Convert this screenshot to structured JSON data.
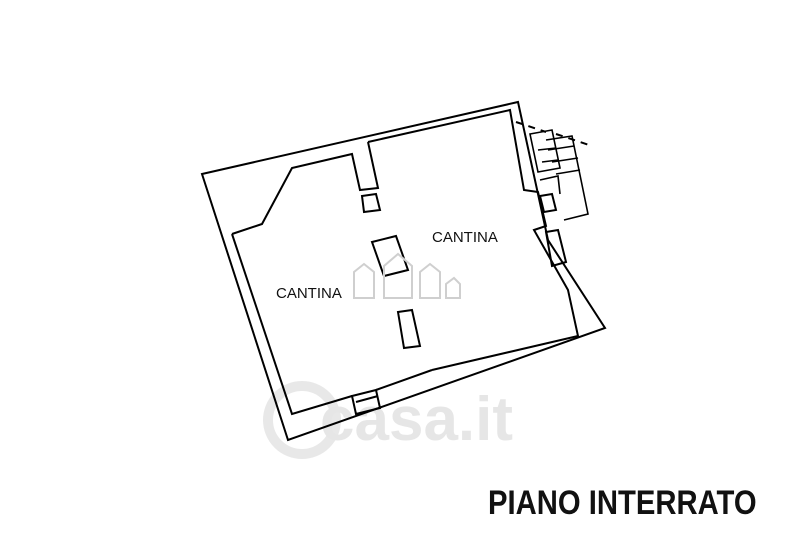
{
  "floor_title": "PIANO INTERRATO",
  "rooms": [
    {
      "label": "CANTINA"
    },
    {
      "label": "CANTINA"
    }
  ],
  "watermark": {
    "text": "casa.it"
  },
  "colors": {
    "wall": "#000000",
    "background": "#ffffff",
    "watermark": "#e4e4e4"
  }
}
